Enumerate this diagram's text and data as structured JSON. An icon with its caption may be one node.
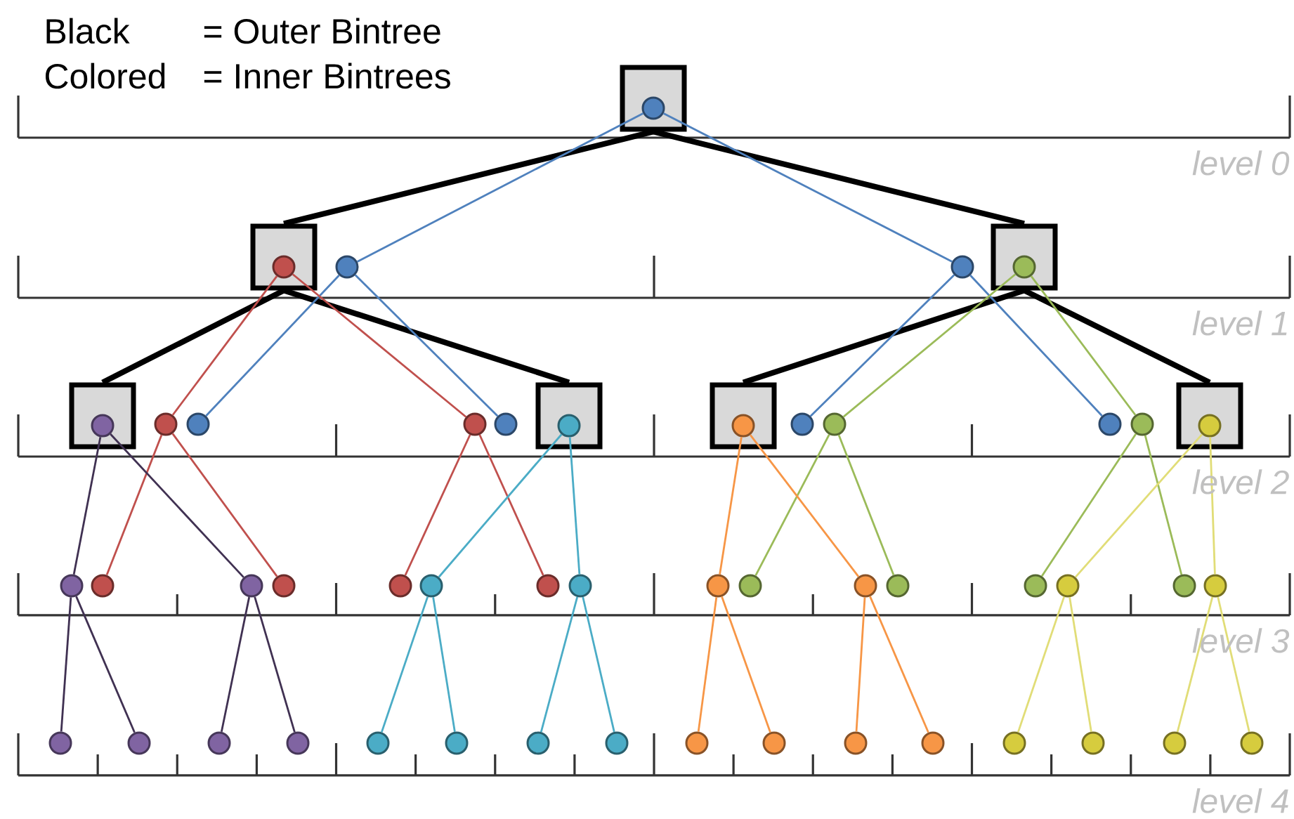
{
  "diagram": {
    "nodes": [
      {
        "text": [],
        "shape": "box"
      },
      {
        "text": [],
        "shape": "circle",
        "in": 0
      },
      {
        "text": [],
        "shape": "box"
      },
      {
        "text": [],
        "shape": "circle",
        "in": 2
      },
      {
        "text": [],
        "shape": "circle"
      },
      {
        "text": [],
        "shape": "circle"
      },
      {
        "text": [],
        "shape": "box"
      },
      {
        "text": [],
        "shape": "circle",
        "in": 6
      },
      {
        "text": [],
        "shape": "box"
      },
      {
        "text": [],
        "shape": "circle",
        "in": 8
      },
      {
        "text": [],
        "shape": "circle"
      },
      {
        "text": [],
        "shape": "circle"
      },
      {
        "text": [],
        "shape": "circle"
      },
      {
        "text": [],
        "shape": "circle"
      },
      {
        "text": [],
        "shape": "box"
      },
      {
        "text": [],
        "shape": "circle",
        "in": 14
      },
      {
        "text": [],
        "shape": "box"
      },
      {
        "text": [],
        "shape": "circle",
        "in": 16
      },
      {
        "text": [],
        "shape": "circle"
      },
      {
        "text": [],
        "shape": "circle"
      },
      {
        "text": [],
        "shape": "circle"
      },
      {
        "text": [],
        "shape": "circle"
      },
      {
        "text": [],
        "shape": "box"
      },
      {
        "text": [],
        "shape": "circle",
        "in": 22
      },
      {
        "text": [],
        "shape": "circle"
      },
      {
        "text": [],
        "shape": "circle"
      },
      {
        "text": [],
        "shape": "circle"
      },
      {
        "text": [],
        "shape": "circle"
      },
      {
        "text": [],
        "shape": "circle"
      },
      {
        "text": [],
        "shape": "circle"
      },
      {
        "text": [],
        "shape": "circle"
      },
      {
        "text": [],
        "shape": "circle"
      },
      {
        "text": [],
        "shape": "circle"
      },
      {
        "text": [],
        "shape": "circle"
      },
      {
        "text": [],
        "shape": "circle"
      },
      {
        "text": [],
        "shape": "circle"
      },
      {
        "text": [],
        "shape": "circle"
      },
      {
        "text": [],
        "shape": "circle"
      },
      {
        "text": [],
        "shape": "circle"
      },
      {
        "text": [],
        "shape": "circle"
      },
      {
        "text": [],
        "shape": "circle"
      },
      {
        "text": [],
        "shape": "circle"
      },
      {
        "text": [],
        "shape": "circle"
      },
      {
        "text": [],
        "shape": "circle"
      },
      {
        "text": [],
        "shape": "circle"
      },
      {
        "text": [],
        "shape": "circle"
      },
      {
        "text": [],
        "shape": "circle"
      },
      {
        "text": [],
        "shape": "circle"
      },
      {
        "text": [],
        "shape": "circle"
      },
      {
        "text": [],
        "shape": "circle"
      },
      {
        "text": [],
        "shape": "circle"
      },
      {
        "text": [],
        "shape": "circle"
      },
      {
        "text": [],
        "shape": "circle"
      },
      {
        "text": [],
        "shape": "circle"
      },
      {
        "text": [],
        "shape": "circle"
      },
      {
        "text": [],
        "shape": "circle"
      }
    ],
    "edges": [
      {
        "from": 0,
        "to": 2,
        "arrow": "none",
        "style": "thick"
      },
      {
        "from": 0,
        "to": 6,
        "arrow": "none",
        "style": "thick"
      },
      {
        "from": 2,
        "to": 8,
        "arrow": "none",
        "style": "thick"
      },
      {
        "from": 2,
        "to": 14,
        "arrow": "none",
        "style": "thick"
      },
      {
        "from": 6,
        "to": 16,
        "arrow": "none",
        "style": "thick"
      },
      {
        "from": 6,
        "to": 22,
        "arrow": "none",
        "style": "thick"
      },
      {
        "from": 1,
        "to": 4,
        "arrow": "none",
        "color": "#4f81bd"
      },
      {
        "from": 1,
        "to": 5,
        "arrow": "none",
        "color": "#4f81bd"
      },
      {
        "from": 4,
        "to": 11,
        "arrow": "none",
        "color": "#4f81bd"
      },
      {
        "from": 4,
        "to": 13,
        "arrow": "none",
        "color": "#4f81bd"
      },
      {
        "from": 5,
        "to": 18,
        "arrow": "none",
        "color": "#4f81bd"
      },
      {
        "from": 5,
        "to": 20,
        "arrow": "none",
        "color": "#4f81bd"
      },
      {
        "from": 3,
        "to": 10,
        "arrow": "none",
        "color": "#c0504d"
      },
      {
        "from": 3,
        "to": 12,
        "arrow": "none",
        "color": "#c0504d"
      },
      {
        "from": 10,
        "to": 25,
        "arrow": "none",
        "color": "#c0504d"
      },
      {
        "from": 10,
        "to": 27,
        "arrow": "none",
        "color": "#c0504d"
      },
      {
        "from": 12,
        "to": 28,
        "arrow": "none",
        "color": "#c0504d"
      },
      {
        "from": 12,
        "to": 30,
        "arrow": "none",
        "color": "#c0504d"
      },
      {
        "from": 7,
        "to": 19,
        "arrow": "none",
        "color": "#9bbb59"
      },
      {
        "from": 7,
        "to": 21,
        "arrow": "none",
        "color": "#9bbb59"
      },
      {
        "from": 19,
        "to": 33,
        "arrow": "none",
        "color": "#9bbb59"
      },
      {
        "from": 19,
        "to": 35,
        "arrow": "none",
        "color": "#9bbb59"
      },
      {
        "from": 21,
        "to": 36,
        "arrow": "none",
        "color": "#9bbb59"
      },
      {
        "from": 21,
        "to": 38,
        "arrow": "none",
        "color": "#9bbb59"
      },
      {
        "from": 9,
        "to": 24,
        "arrow": "none",
        "color": "#403152"
      },
      {
        "from": 9,
        "to": 26,
        "arrow": "none",
        "color": "#403152"
      },
      {
        "from": 24,
        "to": 40,
        "arrow": "none",
        "color": "#403152"
      },
      {
        "from": 24,
        "to": 41,
        "arrow": "none",
        "color": "#403152"
      },
      {
        "from": 26,
        "to": 42,
        "arrow": "none",
        "color": "#403152"
      },
      {
        "from": 26,
        "to": 43,
        "arrow": "none",
        "color": "#403152"
      },
      {
        "from": 15,
        "to": 29,
        "arrow": "none",
        "color": "#4bacc6"
      },
      {
        "from": 15,
        "to": 31,
        "arrow": "none",
        "color": "#4bacc6"
      },
      {
        "from": 29,
        "to": 44,
        "arrow": "none",
        "color": "#4bacc6"
      },
      {
        "from": 29,
        "to": 45,
        "arrow": "none",
        "color": "#4bacc6"
      },
      {
        "from": 31,
        "to": 46,
        "arrow": "none",
        "color": "#4bacc6"
      },
      {
        "from": 31,
        "to": 47,
        "arrow": "none",
        "color": "#4bacc6"
      },
      {
        "from": 17,
        "to": 32,
        "arrow": "none",
        "color": "#f79646"
      },
      {
        "from": 17,
        "to": 34,
        "arrow": "none",
        "color": "#f79646"
      },
      {
        "from": 32,
        "to": 48,
        "arrow": "none",
        "color": "#f79646"
      },
      {
        "from": 32,
        "to": 49,
        "arrow": "none",
        "color": "#f79646"
      },
      {
        "from": 34,
        "to": 50,
        "arrow": "none",
        "color": "#f79646"
      },
      {
        "from": 34,
        "to": 51,
        "arrow": "none",
        "color": "#f79646"
      },
      {
        "from": 23,
        "to": 37,
        "arrow": "none",
        "color": "#e1dd77"
      },
      {
        "from": 23,
        "to": 39,
        "arrow": "none",
        "color": "#e1dd77"
      },
      {
        "from": 37,
        "to": 52,
        "arrow": "none",
        "color": "#e1dd77"
      },
      {
        "from": 37,
        "to": 53,
        "arrow": "none",
        "color": "#e1dd77"
      },
      {
        "from": 39,
        "to": 54,
        "arrow": "none",
        "color": "#e1dd77"
      },
      {
        "from": 39,
        "to": 55,
        "arrow": "none",
        "color": "#e1dd77"
      }
    ],
    "labels": [
      "Black",
      "= Outer Bintree",
      "Colored",
      "= Inner Bintrees",
      "level 0",
      "level 1",
      "level 2",
      "level 3",
      "level 4"
    ]
  }
}
